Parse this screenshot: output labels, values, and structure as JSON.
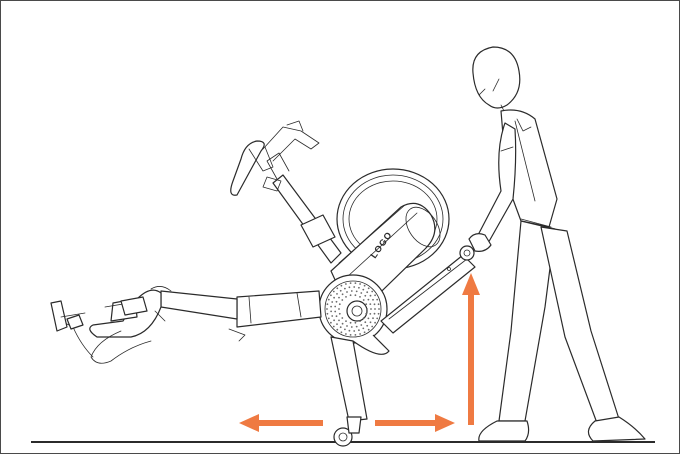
{
  "figure": {
    "brand_mark": "LOGO",
    "arrow_color": "#ef7a42",
    "line_color": "#2b2b2b",
    "arrows": [
      {
        "name": "arrow-roll-left",
        "direction": "left"
      },
      {
        "name": "arrow-roll-right",
        "direction": "right"
      },
      {
        "name": "arrow-lift-up",
        "direction": "up"
      }
    ]
  }
}
